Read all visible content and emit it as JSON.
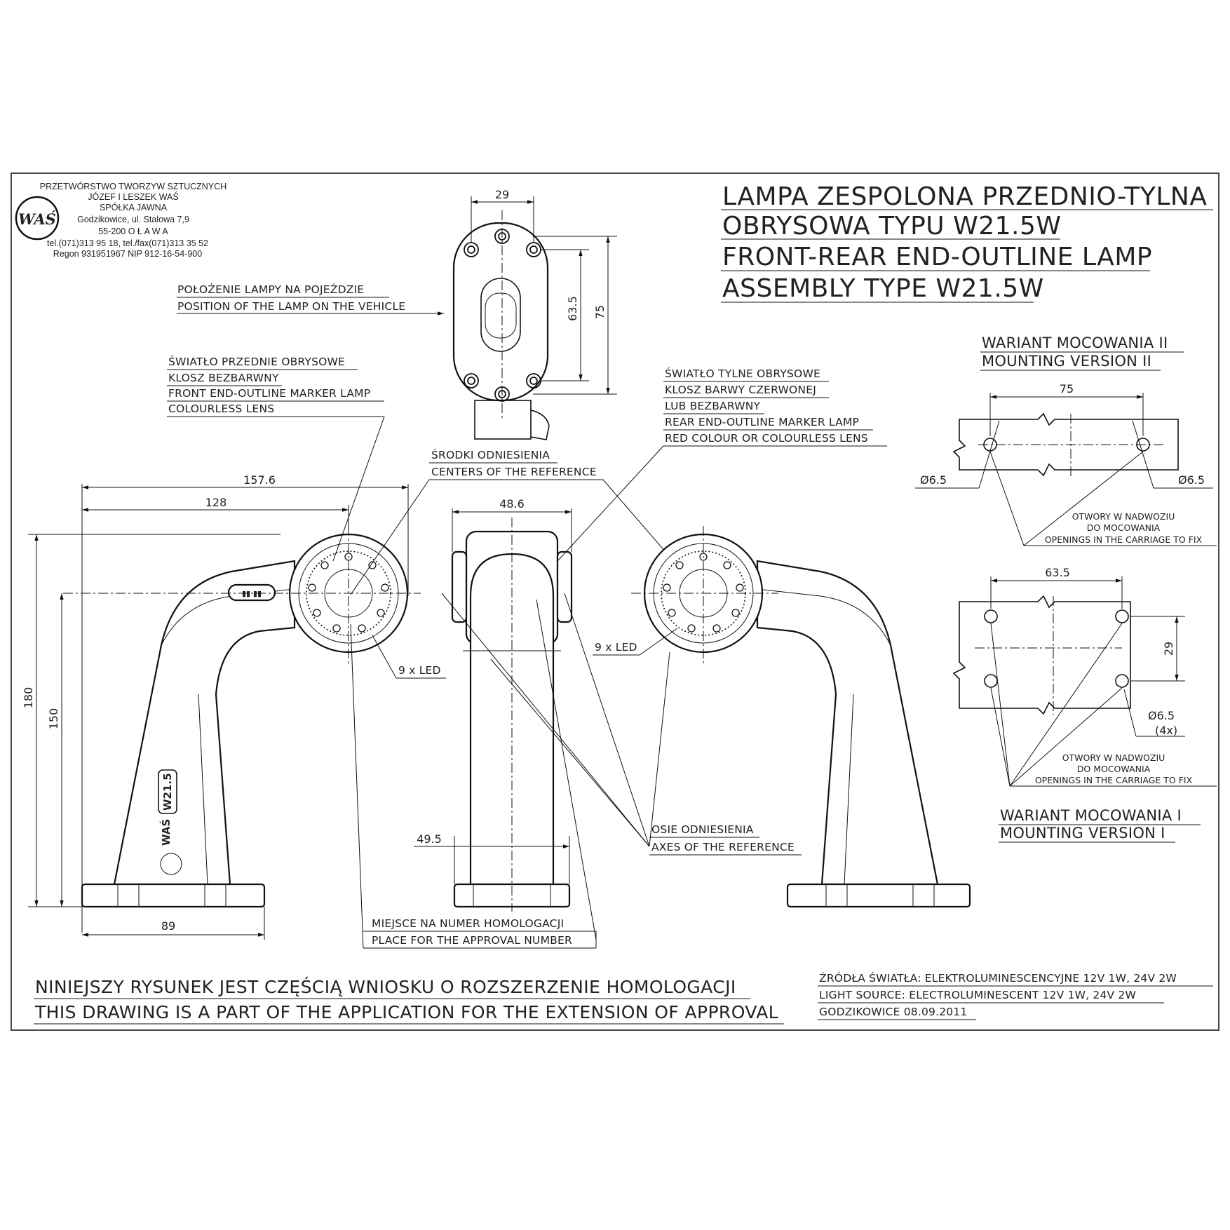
{
  "company": {
    "lines": [
      "PRZETWÓRSTWO TWORZYW SZTUCZNYCH",
      "JÓZEF I LESZEK WAŚ",
      "SPÓŁKA JAWNA",
      "Godzikowice, ul. Stalowa 7,9",
      "55-200   O Ł A W A",
      "tel.(071)313 95 18, tel./fax(071)313 35 52",
      "Regon 931951967 NIP 912-16-54-900"
    ],
    "logo_text": "WAŚ"
  },
  "title": {
    "lines": [
      "LAMPA ZESPOLONA PRZEDNIO-TYLNA",
      "OBRYSOWA TYPU W21.5W",
      "FRONT-REAR END-OUTLINE LAMP",
      "ASSEMBLY TYPE W21.5W"
    ]
  },
  "labels": {
    "vehicle_position_pl": "POŁOŻENIE LAMPY NA POJEŹDZIE",
    "vehicle_position_en": "POSITION OF THE LAMP ON THE VEHICLE",
    "front_lamp": [
      "ŚWIATŁO PRZEDNIE OBRYSOWE",
      "KLOSZ BEZBARWNY",
      "FRONT END-OUTLINE MARKER LAMP",
      "COLOURLESS LENS"
    ],
    "rear_lamp": [
      "ŚWIATŁO TYLNE OBRYSOWE",
      "KLOSZ BARWY CZERWONEJ",
      "LUB BEZBARWNY",
      "REAR END-OUTLINE MARKER LAMP",
      "RED COLOUR OR COLOURLESS LENS"
    ],
    "ref_centers_pl": "ŚRODKI ODNIESIENIA",
    "ref_centers_en": "CENTERS OF THE REFERENCE",
    "ref_axes_pl": "OSIE ODNIESIENIA",
    "ref_axes_en": "AXES OF THE REFERENCE",
    "approval_pl": "MIEJSCE NA NUMER HOMOLOGACJI",
    "approval_en": "PLACE FOR THE APPROVAL NUMBER",
    "led_left": "9 x LED",
    "led_right": "9 x LED",
    "body_mark_1": "WAŚ",
    "body_mark_2": "W21.5"
  },
  "mounting": {
    "v2_title_pl": "WARIANT MOCOWANIA II",
    "v2_title_en": "MOUNTING VERSION II",
    "v1_title_pl": "WARIANT MOCOWANIA I",
    "v1_title_en": "MOUNTING VERSION I",
    "holes_pl_1": "OTWORY W NADWOZIU",
    "holes_pl_2": "DO MOCOWANIA",
    "holes_en": "OPENINGS IN THE CARRIAGE TO FIX",
    "v2_dim_width": "75",
    "v2_dia_left": "Ø6.5",
    "v2_dia_right": "Ø6.5",
    "v1_dim_width": "63.5",
    "v1_dim_height": "29",
    "v1_dia": "Ø6.5",
    "v1_count": "(4x)"
  },
  "dimensions": {
    "top_width": "29",
    "top_inner_h": "63.5",
    "top_outer_h": "75",
    "overall_w": "157.6",
    "center_w": "128",
    "overall_h": "180",
    "center_h": "150",
    "base_w": "89",
    "front_w": "48.6",
    "front_base": "49.5"
  },
  "footer": {
    "note_pl": "NINIEJSZY RYSUNEK JEST CZĘŚCIĄ WNIOSKU O  ROZSZERZENIE  HOMOLOGACJI",
    "note_en": "THIS DRAWING IS A PART OF THE APPLICATION FOR THE EXTENSION OF APPROVAL",
    "source_pl": "ŹRÓDŁA ŚWIATŁA: ELEKTROLUMINESCENCYJNE  12V  1W, 24V  2W",
    "source_en": "LIGHT SOURCE: ELECTROLUMINESCENT  12V  1W, 24V  2W",
    "date": "GODZIKOWICE 08.09.2011"
  }
}
